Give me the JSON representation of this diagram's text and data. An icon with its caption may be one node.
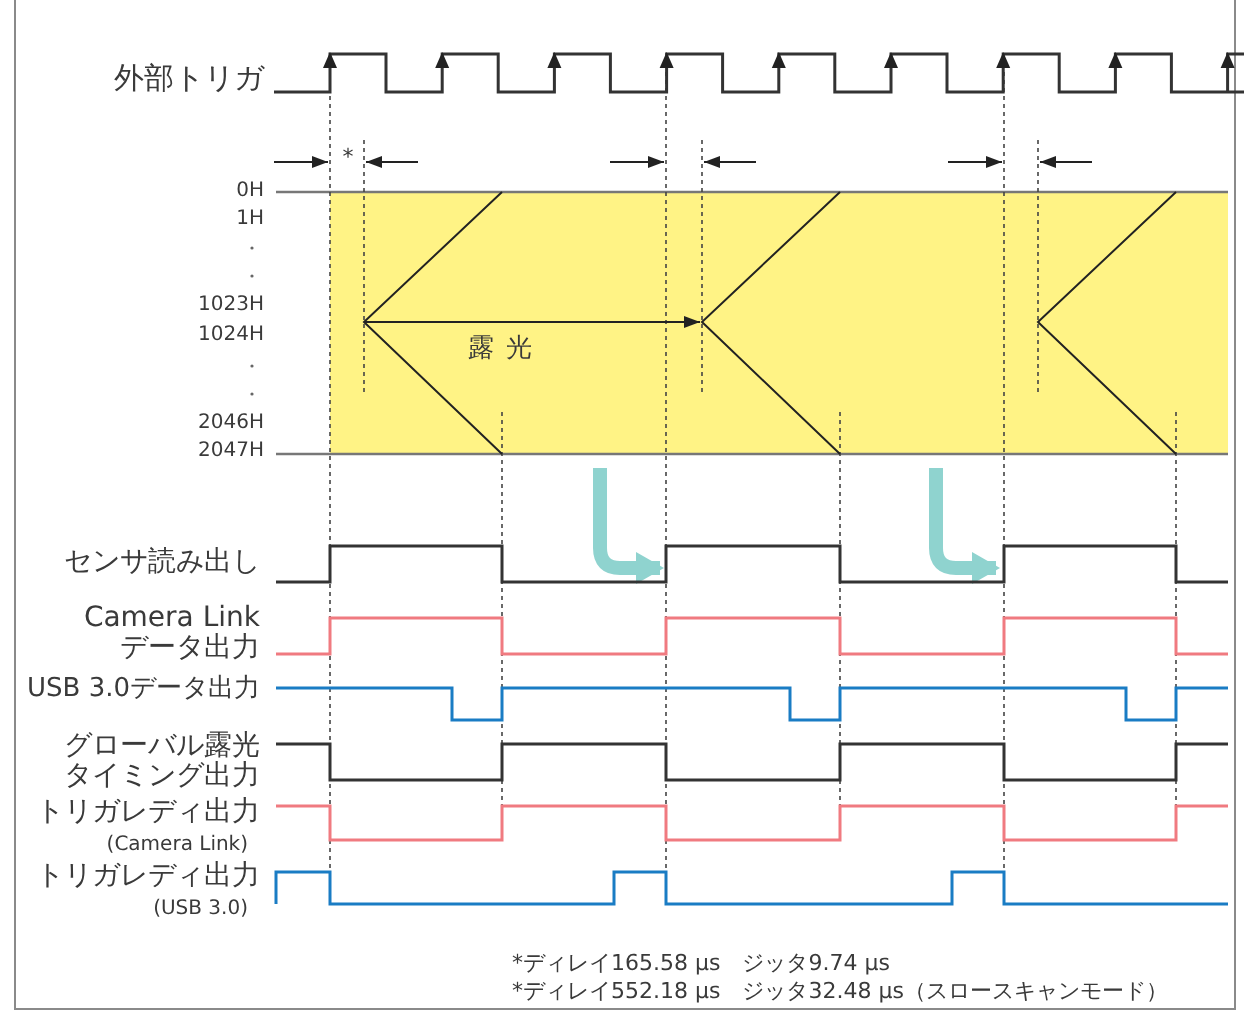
{
  "diagram": {
    "labels": [
      "外部トリガ",
      "*",
      "0H",
      "1H",
      "1023H",
      "1024H",
      "2046H",
      "2047H",
      "露光",
      "センサ読み出し",
      "Camera Link データ出力",
      "USB 3.0データ出力",
      "グローバル露光タイミング出力",
      "トリガレディ出力",
      "(Camera Link)",
      "トリガレディ出力",
      "(USB 3.0)",
      "*ディレイ165.58 μs　ジッタ9.74 μs",
      "*ディレイ552.18 μs　ジッタ32.48 μs（スロースキャンモード）"
    ]
  }
}
